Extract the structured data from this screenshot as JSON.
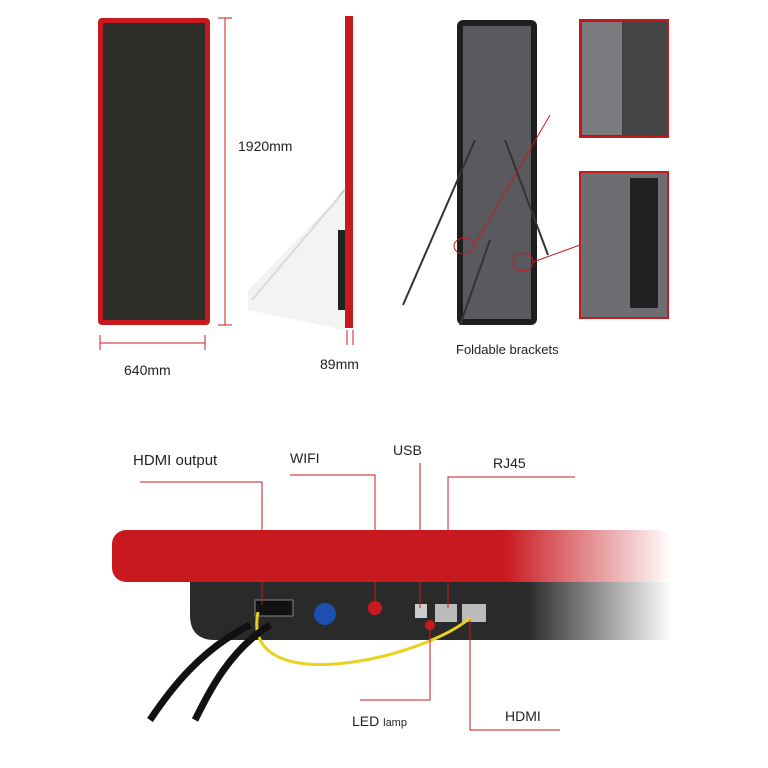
{
  "dimensions": {
    "height": "1920mm",
    "width": "640mm",
    "depth": "89mm"
  },
  "brackets": {
    "label": "Foldable brackets"
  },
  "ports": {
    "hdmi_output": "HDMI output",
    "wifi": "WIFI",
    "usb": "USB",
    "rj45": "RJ45",
    "led_prefix": "LED",
    "led_suffix": "lamp",
    "hdmi": "HDMI"
  },
  "colors": {
    "frame": "#c8191e",
    "screen": "#2e2e28",
    "cable": "#e8d21c"
  }
}
